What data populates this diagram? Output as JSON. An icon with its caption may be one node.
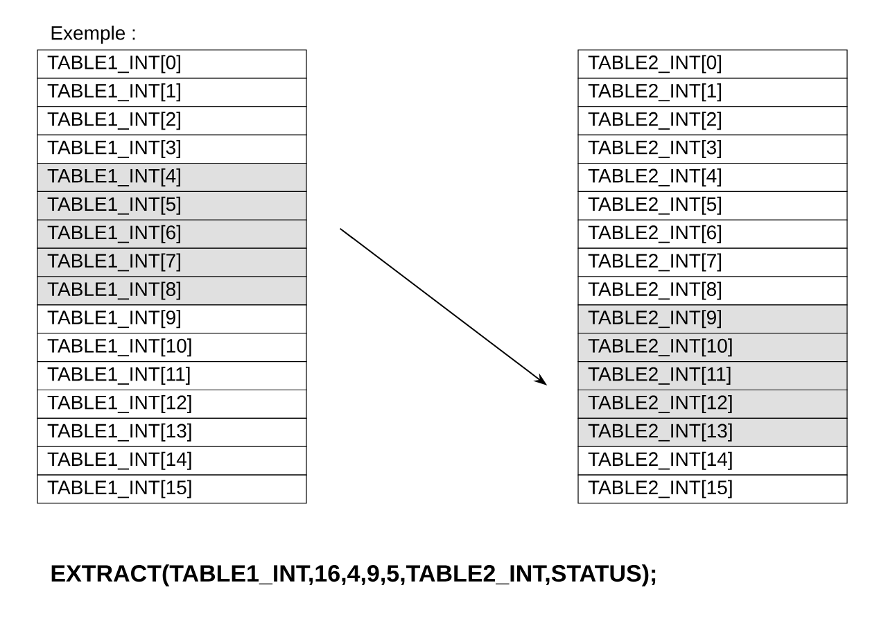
{
  "diagram": {
    "title": "Exemple :",
    "nodes": [
      {
        "text": [
          "TABLE1_INT[0]"
        ]
      },
      {
        "text": [
          "TABLE1_INT[1]"
        ]
      },
      {
        "text": [
          "TABLE1_INT[2]"
        ]
      },
      {
        "text": [
          "TABLE1_INT[3]"
        ]
      },
      {
        "text": [
          "TABLE1_INT[4]"
        ]
      },
      {
        "text": [
          "TABLE1_INT[5]"
        ]
      },
      {
        "text": [
          "TABLE1_INT[6]"
        ]
      },
      {
        "text": [
          "TABLE1_INT[7]"
        ]
      },
      {
        "text": [
          "TABLE1_INT[8]"
        ]
      },
      {
        "text": [
          "TABLE1_INT[9]"
        ]
      },
      {
        "text": [
          "TABLE1_INT[10]"
        ]
      },
      {
        "text": [
          "TABLE1_INT[11]"
        ]
      },
      {
        "text": [
          "TABLE1_INT[12]"
        ]
      },
      {
        "text": [
          "TABLE1_INT[13]"
        ]
      },
      {
        "text": [
          "TABLE1_INT[14]"
        ]
      },
      {
        "text": [
          "TABLE1_INT[15]"
        ]
      },
      {
        "text": [
          "TABLE2_INT[0]"
        ]
      },
      {
        "text": [
          "TABLE2_INT[1]"
        ]
      },
      {
        "text": [
          "TABLE2_INT[2]"
        ]
      },
      {
        "text": [
          "TABLE2_INT[3]"
        ]
      },
      {
        "text": [
          "TABLE2_INT[4]"
        ]
      },
      {
        "text": [
          "TABLE2_INT[5]"
        ]
      },
      {
        "text": [
          "TABLE2_INT[6]"
        ]
      },
      {
        "text": [
          "TABLE2_INT[7]"
        ]
      },
      {
        "text": [
          "TABLE2_INT[8]"
        ]
      },
      {
        "text": [
          "TABLE2_INT[9]"
        ]
      },
      {
        "text": [
          "TABLE2_INT[10]"
        ]
      },
      {
        "text": [
          "TABLE2_INT[11]"
        ]
      },
      {
        "text": [
          "TABLE2_INT[12]"
        ]
      },
      {
        "text": [
          "TABLE2_INT[13]"
        ]
      },
      {
        "text": [
          "TABLE2_INT[14]"
        ]
      },
      {
        "text": [
          "TABLE2_INT[15]"
        ]
      }
    ],
    "edges": [
      {
        "from": 6,
        "to": 27,
        "arrow": "to"
      }
    ],
    "labels": [
      "EXTRACT(TABLE1_INT,16,4,9,5,TABLE2_INT,STATUS);"
    ]
  }
}
